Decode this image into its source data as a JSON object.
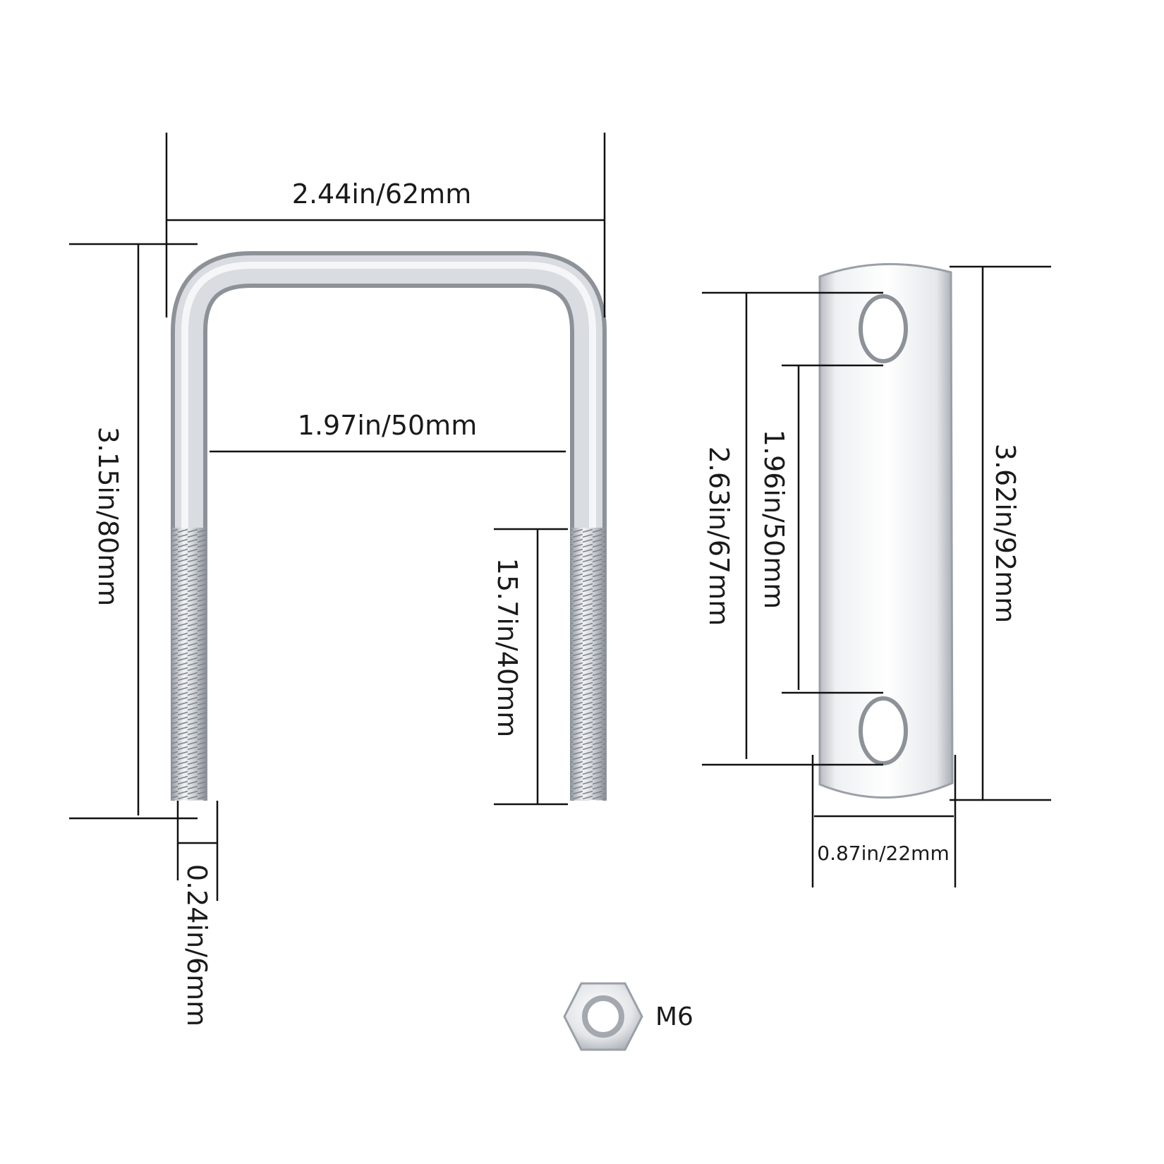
{
  "dimensions": {
    "ubolt_total_width": "2.44in/62mm",
    "ubolt_inner_width": "1.97in/50mm",
    "ubolt_height": "3.15in/80mm",
    "thread_length": "15.7in/40mm",
    "rod_diameter": "0.24in/6mm",
    "plate_hole_span": "2.63in/67mm",
    "plate_hole_inner": "1.96in/50mm",
    "plate_length": "3.62in/92mm",
    "plate_width": "0.87in/22mm"
  },
  "nut": {
    "label": "M6"
  },
  "colors": {
    "steel_light": "#f4f5f7",
    "steel_mid": "#c9ccd1",
    "steel_dark": "#8e939a",
    "line": "#111111"
  }
}
